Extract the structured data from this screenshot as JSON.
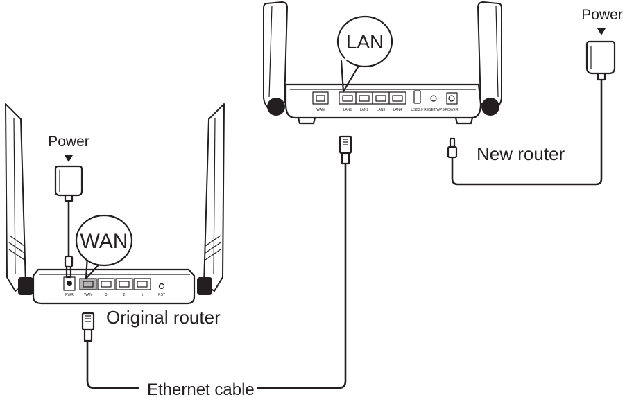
{
  "labels": {
    "power_left": "Power",
    "power_right": "Power",
    "wan_bubble": "WAN",
    "lan_bubble": "LAN",
    "original_router": "Original router",
    "new_router": "New router",
    "ethernet_cable": "Ethernet cable"
  },
  "original_router_ports": [
    "PWR",
    "WAN",
    "3",
    "2",
    "1",
    "RST"
  ],
  "new_router_ports": [
    "WAN",
    "LAN1",
    "LAN2",
    "LAN3",
    "LAN4",
    "USB3.0",
    "RESET/WPS",
    "POWER"
  ],
  "colors": {
    "line": "#231f20",
    "wan_port_fill": "#b3b3b3",
    "background": "#ffffff"
  }
}
